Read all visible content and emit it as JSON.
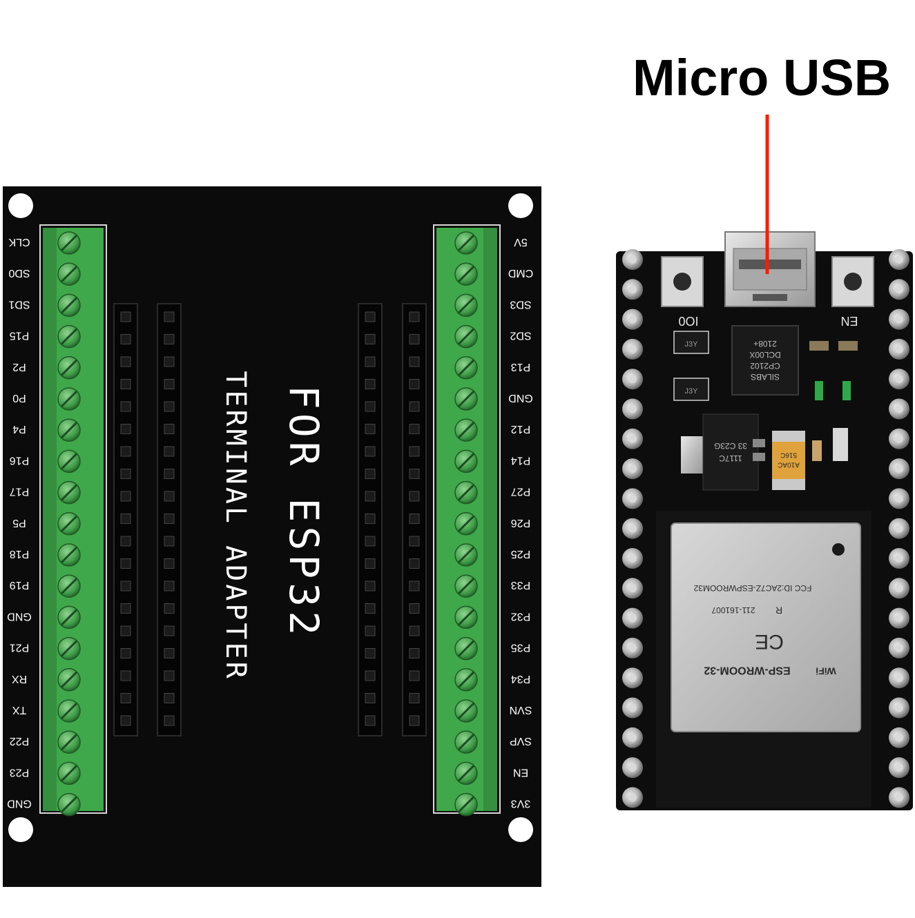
{
  "callout": {
    "label": "Micro USB",
    "line_color": "#ff1a00"
  },
  "adapter": {
    "title": "FOR ESP32",
    "subtitle": "TERMINAL ADAPTER",
    "left_pins": [
      "CLK",
      "SD0",
      "SD1",
      "P15",
      "P2",
      "P0",
      "P4",
      "P16",
      "P17",
      "P5",
      "P18",
      "P19",
      "GND",
      "P21",
      "RX",
      "TX",
      "P22",
      "P23",
      "GND"
    ],
    "right_pins": [
      "5V",
      "CMD",
      "SD3",
      "SD2",
      "P13",
      "GND",
      "P12",
      "P14",
      "P27",
      "P26",
      "P25",
      "P33",
      "P32",
      "P35",
      "P34",
      "SVN",
      "SVP",
      "EN",
      "3V3"
    ],
    "terminal_color": "#3fa84a",
    "board_color": "#0b0b0b"
  },
  "devboard": {
    "button_left_label": "IO0",
    "button_right_label": "EN",
    "chip_text": [
      "SILABS",
      "CP2102",
      "DCL00X",
      "2108+"
    ],
    "regulator_text": [
      "1117C",
      "33 C23G"
    ],
    "capacitor_text": [
      "A10AC",
      "516C"
    ],
    "sot_label": "J3Y",
    "module_fcc": "FCC ID:2AC7Z-ESPWROOM32",
    "module_cert": "211-161007",
    "module_name": "ESP-WROOM-32",
    "module_r": "R",
    "module_ce": "CE",
    "wifi_badge": "WiFi"
  }
}
